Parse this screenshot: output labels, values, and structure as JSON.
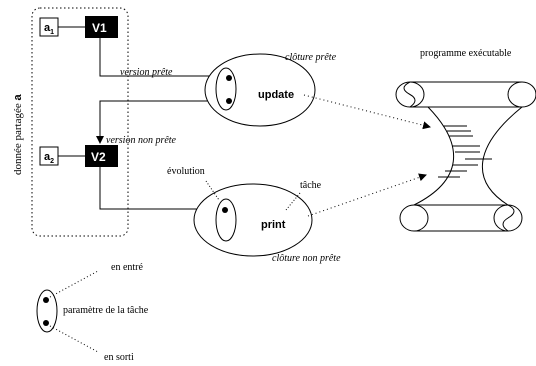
{
  "shared_data": {
    "label_prefix": "donnée partagée",
    "label_var": "a"
  },
  "nodes": {
    "a1": {
      "main": "a",
      "sub": "1"
    },
    "v1": "V1",
    "a2": {
      "main": "a",
      "sub": "2"
    },
    "v2": "V2"
  },
  "labels": {
    "version_ready": "version prête",
    "version_not_ready": "version non prête",
    "closure_ready": "clôture prête",
    "closure_not_ready": "clôture non prête",
    "update": "update",
    "print": "print",
    "evolution": "évolution",
    "task": "tâche",
    "executable": "programme exécutable"
  },
  "legend": {
    "input": "en entré",
    "param": "paramètre de la tâche",
    "output": "en sorti"
  }
}
